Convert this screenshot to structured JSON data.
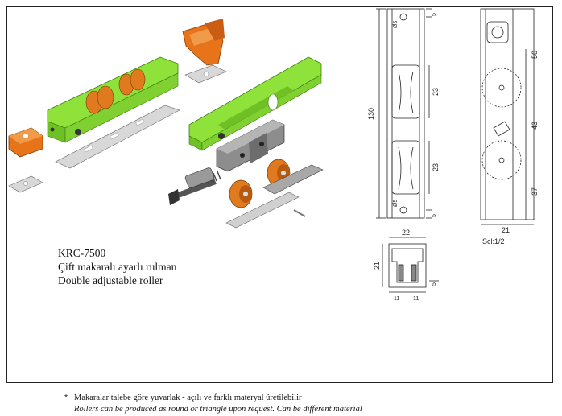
{
  "product": {
    "code": "KRC-7500",
    "name_tr": "Çift makaralı ayarlı rulman",
    "name_en": "Double adjustable roller"
  },
  "note": {
    "marker": "*",
    "text_tr": "Makaralar talebe göre yuvarlak - açılı ve farklı materyal üretilebilir",
    "text_en": "Rollers can be produced as round or triangle upon request. Can be different material"
  },
  "drawing": {
    "front_view": {
      "total_height": "130",
      "roller_len_a": "23",
      "roller_len_b": "23",
      "top_offset": "5",
      "bottom_offset": "5",
      "hole_label_top": "Ø5",
      "hole_label_bottom": "Ø5"
    },
    "side_view": {
      "dim_top": "50",
      "dim_mid": "43",
      "dim_bottom": "37",
      "width": "21",
      "scale": "Scl:1/2"
    },
    "end_view": {
      "width": "22",
      "height": "21",
      "left": "11",
      "right": "11",
      "offset": "5"
    }
  },
  "colors": {
    "housing": "#8fe23a",
    "roller": "#e07a1f",
    "bracket": "#e8741a",
    "metal": "#b9b9b9"
  }
}
